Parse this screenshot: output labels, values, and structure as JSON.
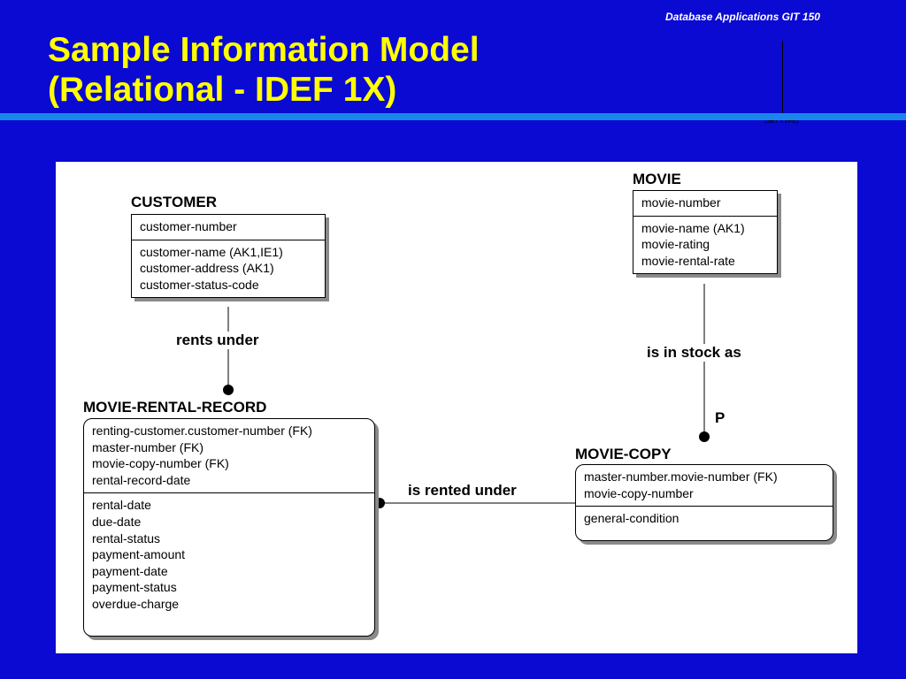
{
  "header_note": "Database Applications  GIT 150",
  "title_lines": [
    "Sample Information Model",
    "(Relational - IDEF 1X)"
  ],
  "set_type_label": "(SET TYPE)",
  "entities": {
    "customer": {
      "name": "CUSTOMER",
      "keys": [
        "customer-number"
      ],
      "attributes": [
        "customer-name (AK1,IE1)",
        "customer-address (AK1)",
        "customer-status-code"
      ]
    },
    "movie": {
      "name": "MOVIE",
      "keys": [
        "movie-number"
      ],
      "attributes": [
        "movie-name (AK1)",
        "movie-rating",
        "movie-rental-rate"
      ]
    },
    "movie_rental_record": {
      "name": "MOVIE-RENTAL-RECORD",
      "keys": [
        "renting-customer.customer-number (FK)",
        "master-number (FK)",
        "movie-copy-number (FK)",
        "rental-record-date"
      ],
      "attributes": [
        "rental-date",
        "due-date",
        "rental-status",
        "payment-amount",
        "payment-date",
        "payment-status",
        "overdue-charge"
      ]
    },
    "movie_copy": {
      "name": "MOVIE-COPY",
      "keys": [
        "master-number.movie-number (FK)",
        "movie-copy-number"
      ],
      "attributes": [
        "general-condition"
      ]
    }
  },
  "relationships": {
    "rents_under": "rents under",
    "is_in_stock_as": "is in stock as",
    "is_in_stock_as_cardinality": "P",
    "is_rented_under": "is rented under"
  }
}
